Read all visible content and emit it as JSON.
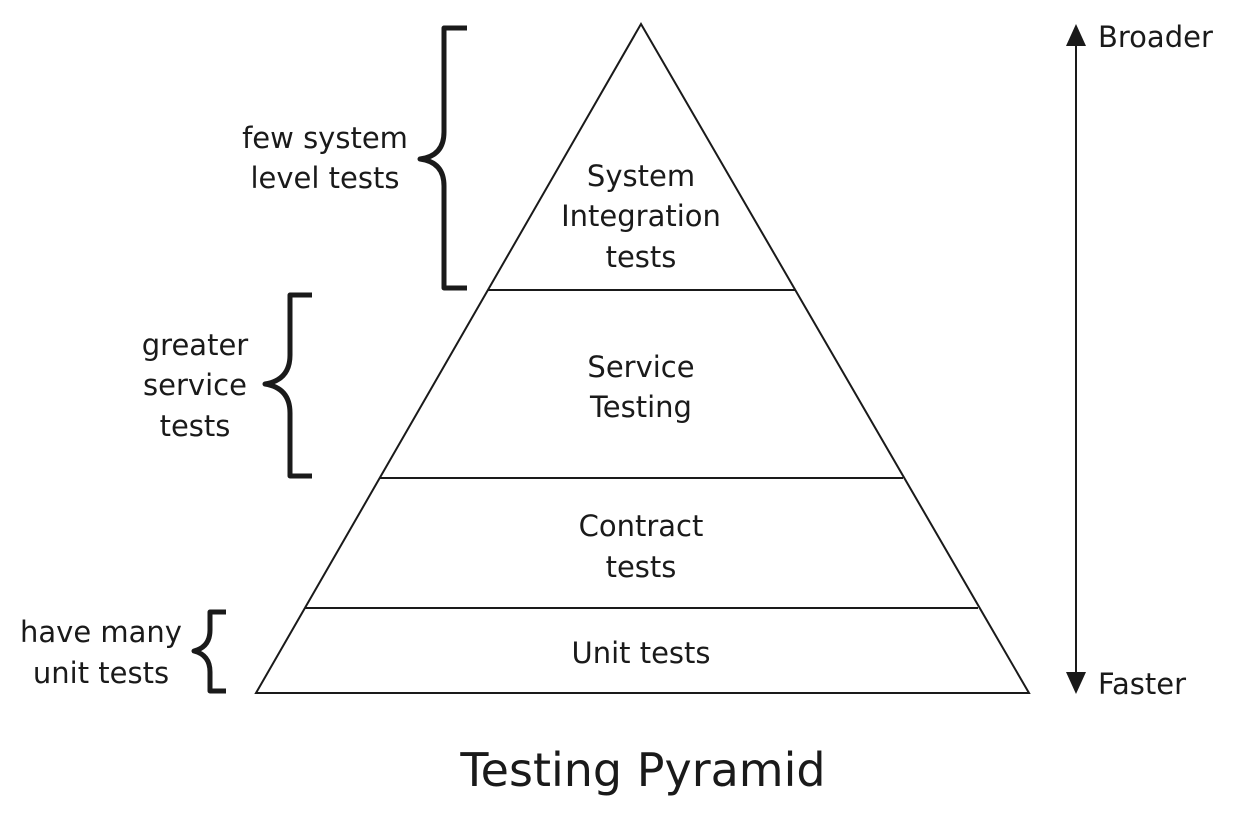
{
  "title": "Testing Pyramid",
  "pyramid_layers": [
    {
      "lines": [
        "System",
        "Integration",
        "tests"
      ]
    },
    {
      "lines": [
        "Service",
        "Testing"
      ]
    },
    {
      "lines": [
        "Contract",
        "tests"
      ]
    },
    {
      "lines": [
        "Unit tests"
      ]
    }
  ],
  "side_notes": [
    {
      "lines": [
        "few system",
        "level tests"
      ]
    },
    {
      "lines": [
        "greater",
        "service",
        "tests"
      ]
    },
    {
      "lines": [
        "have many",
        "unit tests"
      ]
    }
  ],
  "axis": {
    "top_label": "Broader",
    "bottom_label": "Faster"
  }
}
